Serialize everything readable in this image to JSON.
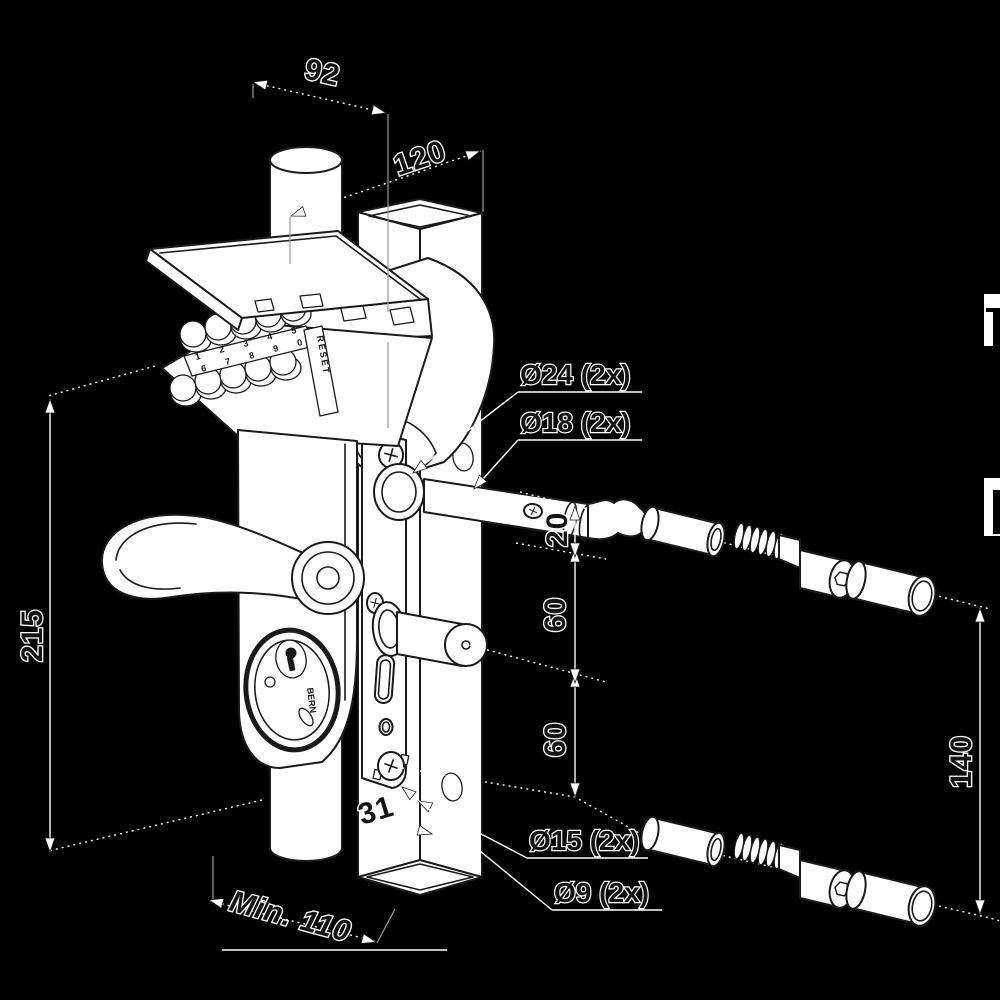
{
  "diagram": {
    "description": "Exploded isometric installation drawing of a mechanical code gate lock mounted on a square post, with fixing hardware and dimensions in mm",
    "colors": {
      "background": "#000000",
      "drawing_line": "#1a1a1a",
      "drawing_fill": "#ffffff",
      "dimension_line": "#ffffff",
      "dimension_text_fill": "#141414",
      "dimension_text_halo": "#ffffff"
    },
    "dimensions": {
      "keypad_width": "92",
      "post_depth": "120",
      "lock_height": "215",
      "min_post_length": "Min. 110",
      "backset": "31",
      "offset_top": "20",
      "spacing_upper": "60",
      "spacing_lower": "60",
      "fixing_span": "140"
    },
    "callouts": {
      "outer_hole": "Ø24 (2x)",
      "bolt_hole": "Ø18 (2x)",
      "side_hole": "Ø15 (2x)",
      "screw_hole": "Ø9 (2x)"
    },
    "keypad": {
      "digits_top": [
        "1",
        "2",
        "3",
        "4",
        "5"
      ],
      "digits_bottom": [
        "6",
        "7",
        "8",
        "9",
        "0"
      ],
      "reset_label": "RESET"
    },
    "cylinder": {
      "brand": "BERN"
    }
  }
}
